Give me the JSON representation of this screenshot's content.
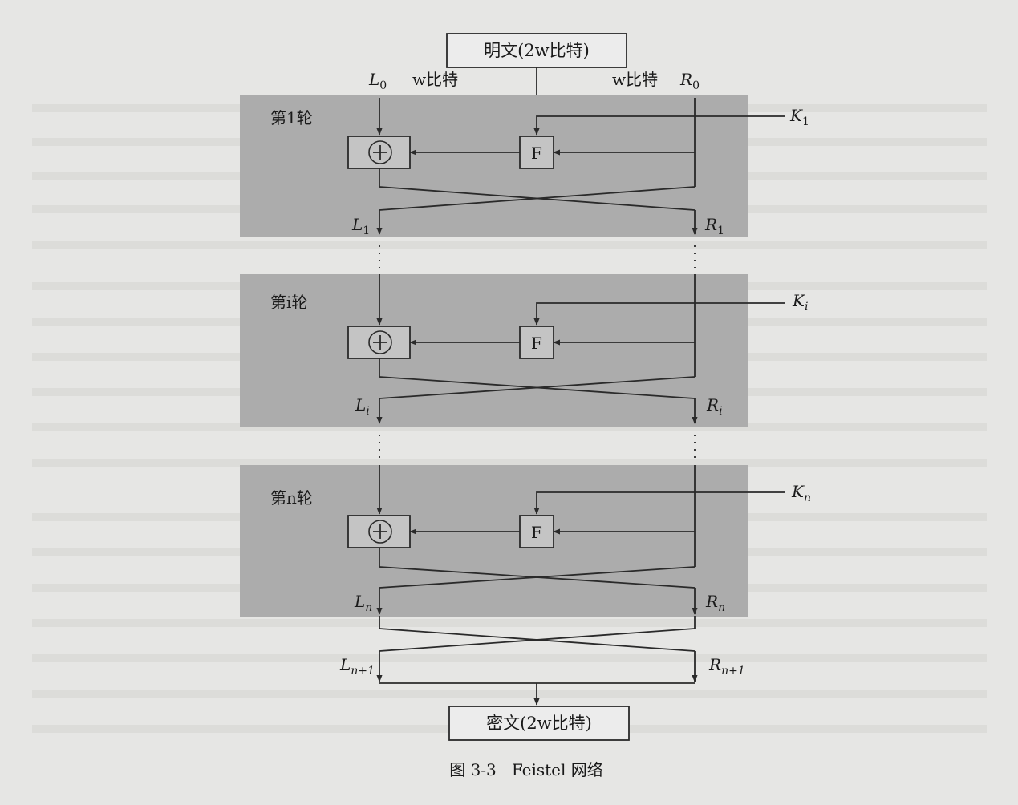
{
  "input_box": "明文(2w比特)",
  "output_box": "密文(2w比特)",
  "caption": "图 3-3   Feistel 网络",
  "top_labels": {
    "left_half": "L",
    "left_sub": "0",
    "left_width": "w比特",
    "right_width": "w比特",
    "right_half": "R",
    "right_sub": "0"
  },
  "rounds": [
    {
      "label": "第1轮",
      "key": "K",
      "key_sub": "1",
      "f_label": "F",
      "xor_symbol": "+",
      "out_left": "L",
      "out_left_sub": "1",
      "out_right": "R",
      "out_right_sub": "1"
    },
    {
      "label": "第i轮",
      "key": "K",
      "key_sub": "i",
      "f_label": "F",
      "xor_symbol": "+",
      "out_left": "L",
      "out_left_sub": "i",
      "out_right": "R",
      "out_right_sub": "i"
    },
    {
      "label": "第n轮",
      "key": "K",
      "key_sub": "n",
      "f_label": "F",
      "xor_symbol": "+",
      "out_left": "L",
      "out_left_sub": "n",
      "out_right": "R",
      "out_right_sub": "n"
    }
  ],
  "final_labels": {
    "left": "L",
    "left_sub": "n+1",
    "right": "R",
    "right_sub": "n+1"
  },
  "colors": {
    "page": "#e6e6e4",
    "round_fill": "#acacac",
    "line": "#2a2a2a"
  }
}
